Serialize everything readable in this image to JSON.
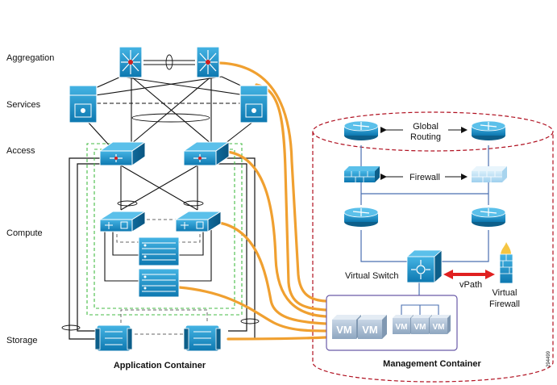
{
  "layer_labels": {
    "aggregation": "Aggregation",
    "services": "Services",
    "access": "Access",
    "compute": "Compute",
    "storage": "Storage"
  },
  "containers": {
    "application": "Application Container",
    "management": "Management Container"
  },
  "management_labels": {
    "global_routing_line1": "Global",
    "global_routing_line2": "Routing",
    "firewall": "Firewall",
    "virtual_switch": "Virtual Switch",
    "vpath": "vPath",
    "virtual_firewall_line1": "Virtual",
    "virtual_firewall_line2": "Firewall"
  },
  "vm_label": "VM",
  "figure_id": "294499",
  "colors": {
    "device_blue": "#1a8fc4",
    "device_dark": "#0d5f8a",
    "uplink_orange": "#f0a030",
    "boundary_red": "#b01020",
    "container_purple": "#6a5aa8",
    "green_dash": "#44bb44",
    "vpath_red": "#e02020"
  },
  "icons": [
    "aggregation-switch-icon",
    "services-module-icon",
    "access-switch-icon",
    "fabric-interconnect-icon",
    "blade-server-icon",
    "storage-array-icon",
    "router-icon",
    "firewall-icon",
    "virtual-switch-icon",
    "virtual-firewall-icon",
    "vm-icon"
  ]
}
